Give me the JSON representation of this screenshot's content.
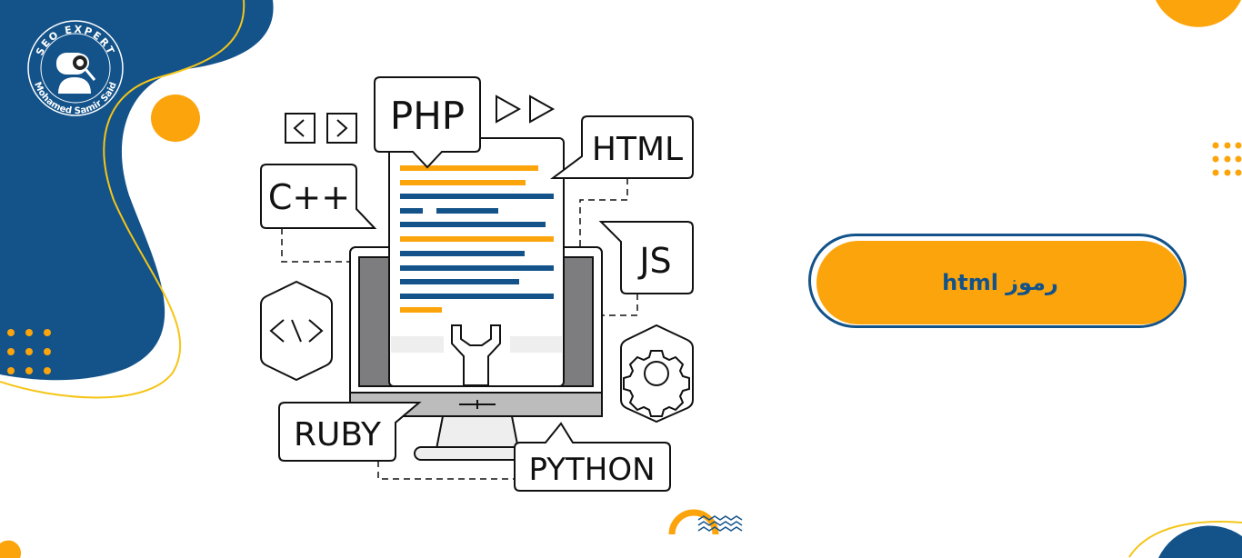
{
  "logo": {
    "top_text": "SEO EXPERT",
    "bottom_text": "Mohamed Samir Said"
  },
  "title_button": {
    "label": "رموز html"
  },
  "bubbles": {
    "php": "PHP",
    "html": "HTML",
    "cpp": "C++",
    "js": "JS",
    "ruby": "RUBY",
    "python": "PYTHON"
  },
  "colors": {
    "brand_blue": "#13538a",
    "accent_orange": "#fca40b",
    "line_yellow": "#f5c518"
  }
}
